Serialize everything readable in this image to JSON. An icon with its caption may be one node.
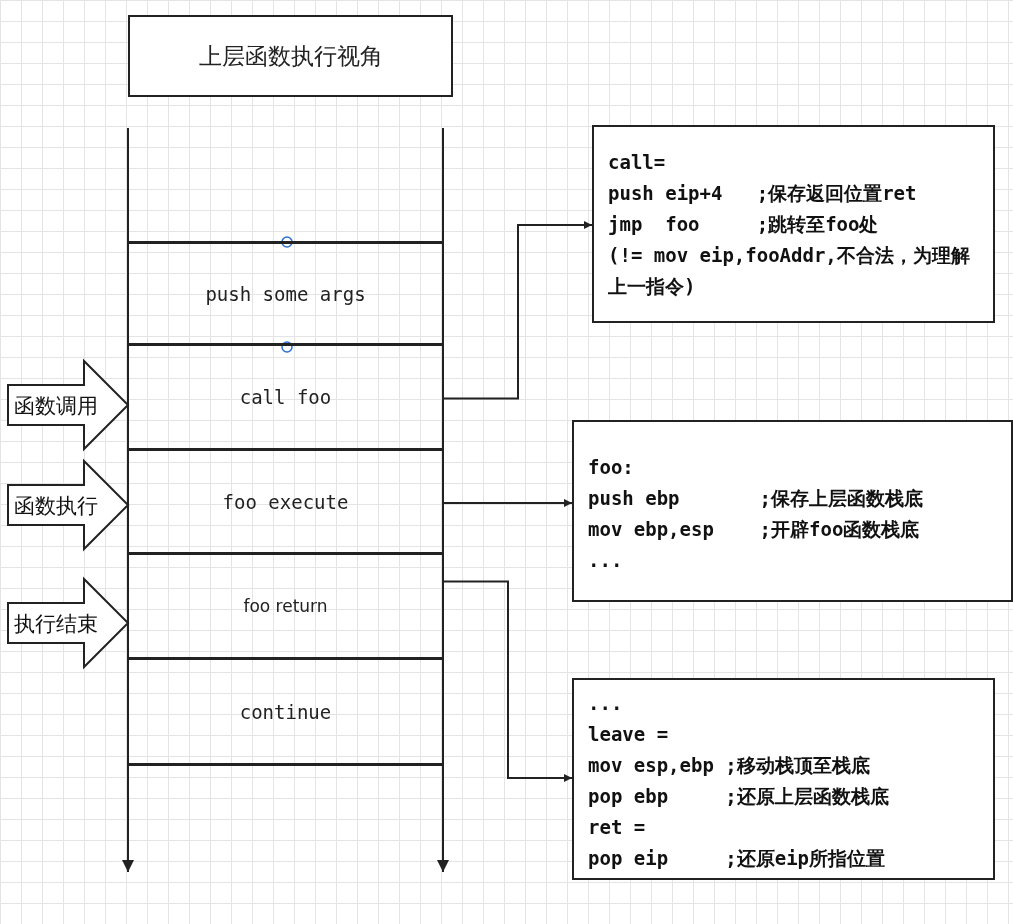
{
  "diagram": {
    "nodes": [
      {
        "text": [
          "上层函数执行视角"
        ]
      },
      {
        "text": [
          "push some args"
        ]
      },
      {
        "text": [
          "call foo"
        ]
      },
      {
        "text": [
          "foo execute"
        ]
      },
      {
        "text": [
          "foo return"
        ]
      },
      {
        "text": [
          "continue"
        ]
      },
      {
        "text": [
          "call=",
          "push eip+4   ;保存返回位置ret",
          "jmp  foo     ;跳转至foo处",
          "(!= mov eip,fooAddr,不合法，为理解上一指令)"
        ]
      },
      {
        "text": [
          "foo:",
          "push ebp       ;保存上层函数栈底",
          "mov ebp,esp    ;开辟foo函数栈底",
          "..."
        ]
      },
      {
        "text": [
          "...",
          "leave =",
          "mov esp,ebp ;移动栈顶至栈底",
          "pop ebp     ;还原上层函数栈底",
          "ret =",
          "pop eip     ;还原eip所指位置"
        ]
      },
      {
        "text": [
          "函数调用"
        ]
      },
      {
        "text": [
          "函数执行"
        ]
      },
      {
        "text": [
          "执行结束"
        ]
      }
    ],
    "edges": [
      {
        "from": 2,
        "to": 6,
        "arrow": "to"
      },
      {
        "from": 3,
        "to": 7,
        "arrow": "to"
      },
      {
        "from": 4,
        "to": 8,
        "arrow": "to"
      }
    ]
  }
}
